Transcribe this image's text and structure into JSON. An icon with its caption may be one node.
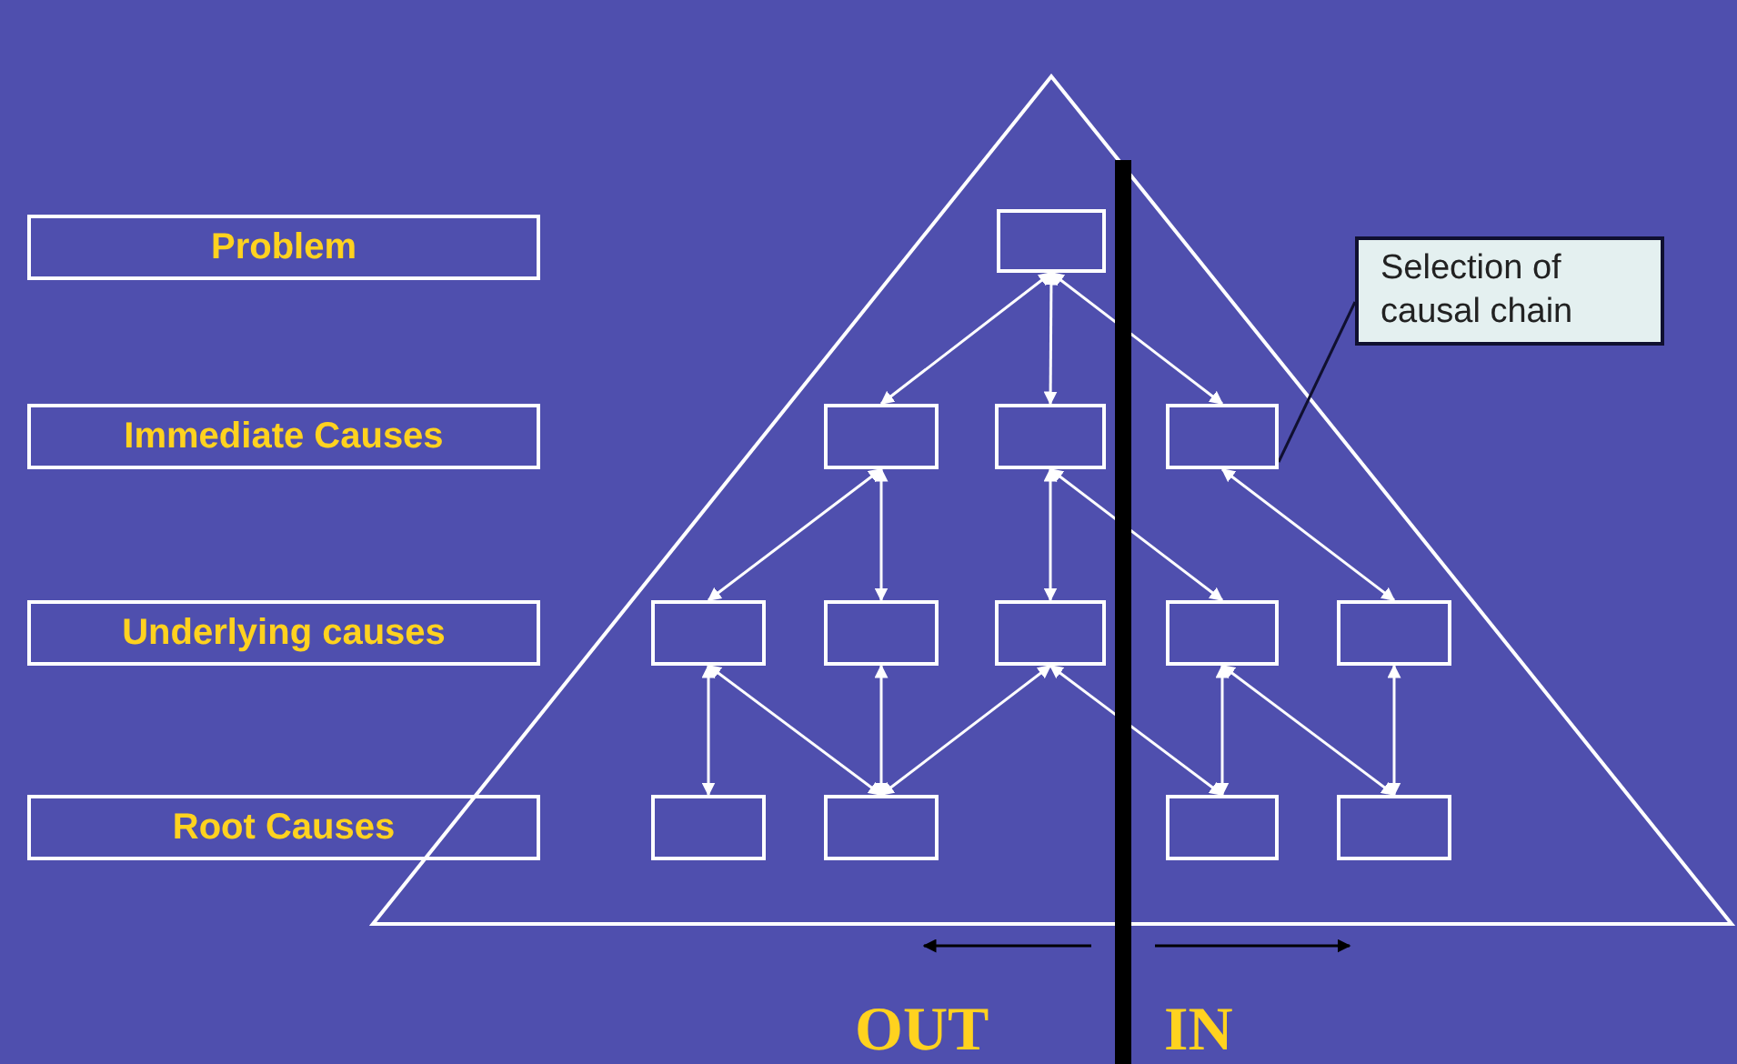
{
  "diagram": {
    "nodes": [
      {
        "text": [
          "Problem"
        ]
      },
      {
        "text": [
          "Immediate Causes"
        ]
      },
      {
        "text": [
          "Underlying causes"
        ]
      },
      {
        "text": [
          "Root Causes"
        ]
      },
      {
        "text": [],
        "shape": "box"
      },
      {
        "text": [],
        "shape": "box"
      },
      {
        "text": [],
        "shape": "box"
      },
      {
        "text": [],
        "shape": "box"
      },
      {
        "text": [],
        "shape": "box"
      },
      {
        "text": [],
        "shape": "box"
      },
      {
        "text": [],
        "shape": "box"
      },
      {
        "text": [],
        "shape": "box"
      },
      {
        "text": [],
        "shape": "box"
      },
      {
        "text": [],
        "shape": "box"
      },
      {
        "text": [],
        "shape": "box"
      },
      {
        "text": [],
        "shape": "box"
      },
      {
        "text": [],
        "shape": "box"
      },
      {
        "text": [
          "Selection of causal chain"
        ]
      }
    ],
    "edges": [
      {
        "from": 4,
        "to": 5,
        "arrow": "both"
      },
      {
        "from": 4,
        "to": 6,
        "arrow": "both"
      },
      {
        "from": 4,
        "to": 7,
        "arrow": "both"
      },
      {
        "from": 5,
        "to": 8,
        "arrow": "both"
      },
      {
        "from": 5,
        "to": 9,
        "arrow": "both"
      },
      {
        "from": 6,
        "to": 10,
        "arrow": "both"
      },
      {
        "from": 6,
        "to": 11,
        "arrow": "both"
      },
      {
        "from": 7,
        "to": 12,
        "arrow": "both"
      },
      {
        "from": 8,
        "to": 13,
        "arrow": "both"
      },
      {
        "from": 8,
        "to": 14,
        "arrow": "both"
      },
      {
        "from": 9,
        "to": 14,
        "arrow": "both"
      },
      {
        "from": 10,
        "to": 14,
        "arrow": "both"
      },
      {
        "from": 10,
        "to": 15,
        "arrow": "both"
      },
      {
        "from": 11,
        "to": 15,
        "arrow": "both"
      },
      {
        "from": 11,
        "to": 16,
        "arrow": "both"
      },
      {
        "from": 12,
        "to": 16,
        "arrow": "both"
      },
      {
        "from": 17,
        "to": 7,
        "arrow": "none",
        "color": "#101030"
      }
    ],
    "labels": [
      "OUT",
      "IN"
    ]
  }
}
